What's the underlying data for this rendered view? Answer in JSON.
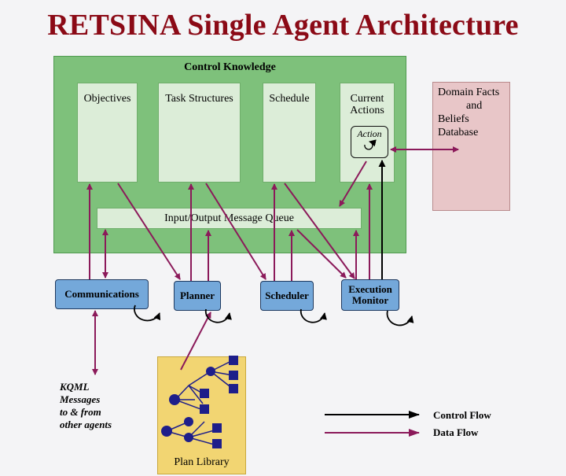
{
  "title": "RETSINA Single Agent Architecture",
  "control_knowledge": {
    "title": "Control Knowledge",
    "objectives": "Objectives",
    "task_structures": "Task Structures",
    "schedule": "Schedule",
    "current_actions": "Current Actions",
    "action": "Action",
    "queue": "Input/Output Message Queue"
  },
  "database": {
    "line1": "Domain Facts",
    "line2": "and",
    "line3": "Beliefs",
    "line4": "Database"
  },
  "modules": {
    "communications": "Communications",
    "planner": "Planner",
    "scheduler": "Scheduler",
    "execution_monitor_1": "Execution",
    "execution_monitor_2": "Monitor"
  },
  "plan_library": "Plan Library",
  "kqml": {
    "line1": "KQML",
    "line2": "Messages",
    "line3": "to & from",
    "line4": "other agents"
  },
  "legend": {
    "control_flow": "Control Flow",
    "data_flow": "Data Flow"
  },
  "colors": {
    "title": "#8b0a16",
    "control_knowledge": "#7ec17b",
    "module": "#74a8da",
    "database": "#e8c6c8",
    "plan_library": "#f2d572",
    "data_flow_arrow": "#8b1a5a",
    "control_flow_arrow": "#000000"
  }
}
